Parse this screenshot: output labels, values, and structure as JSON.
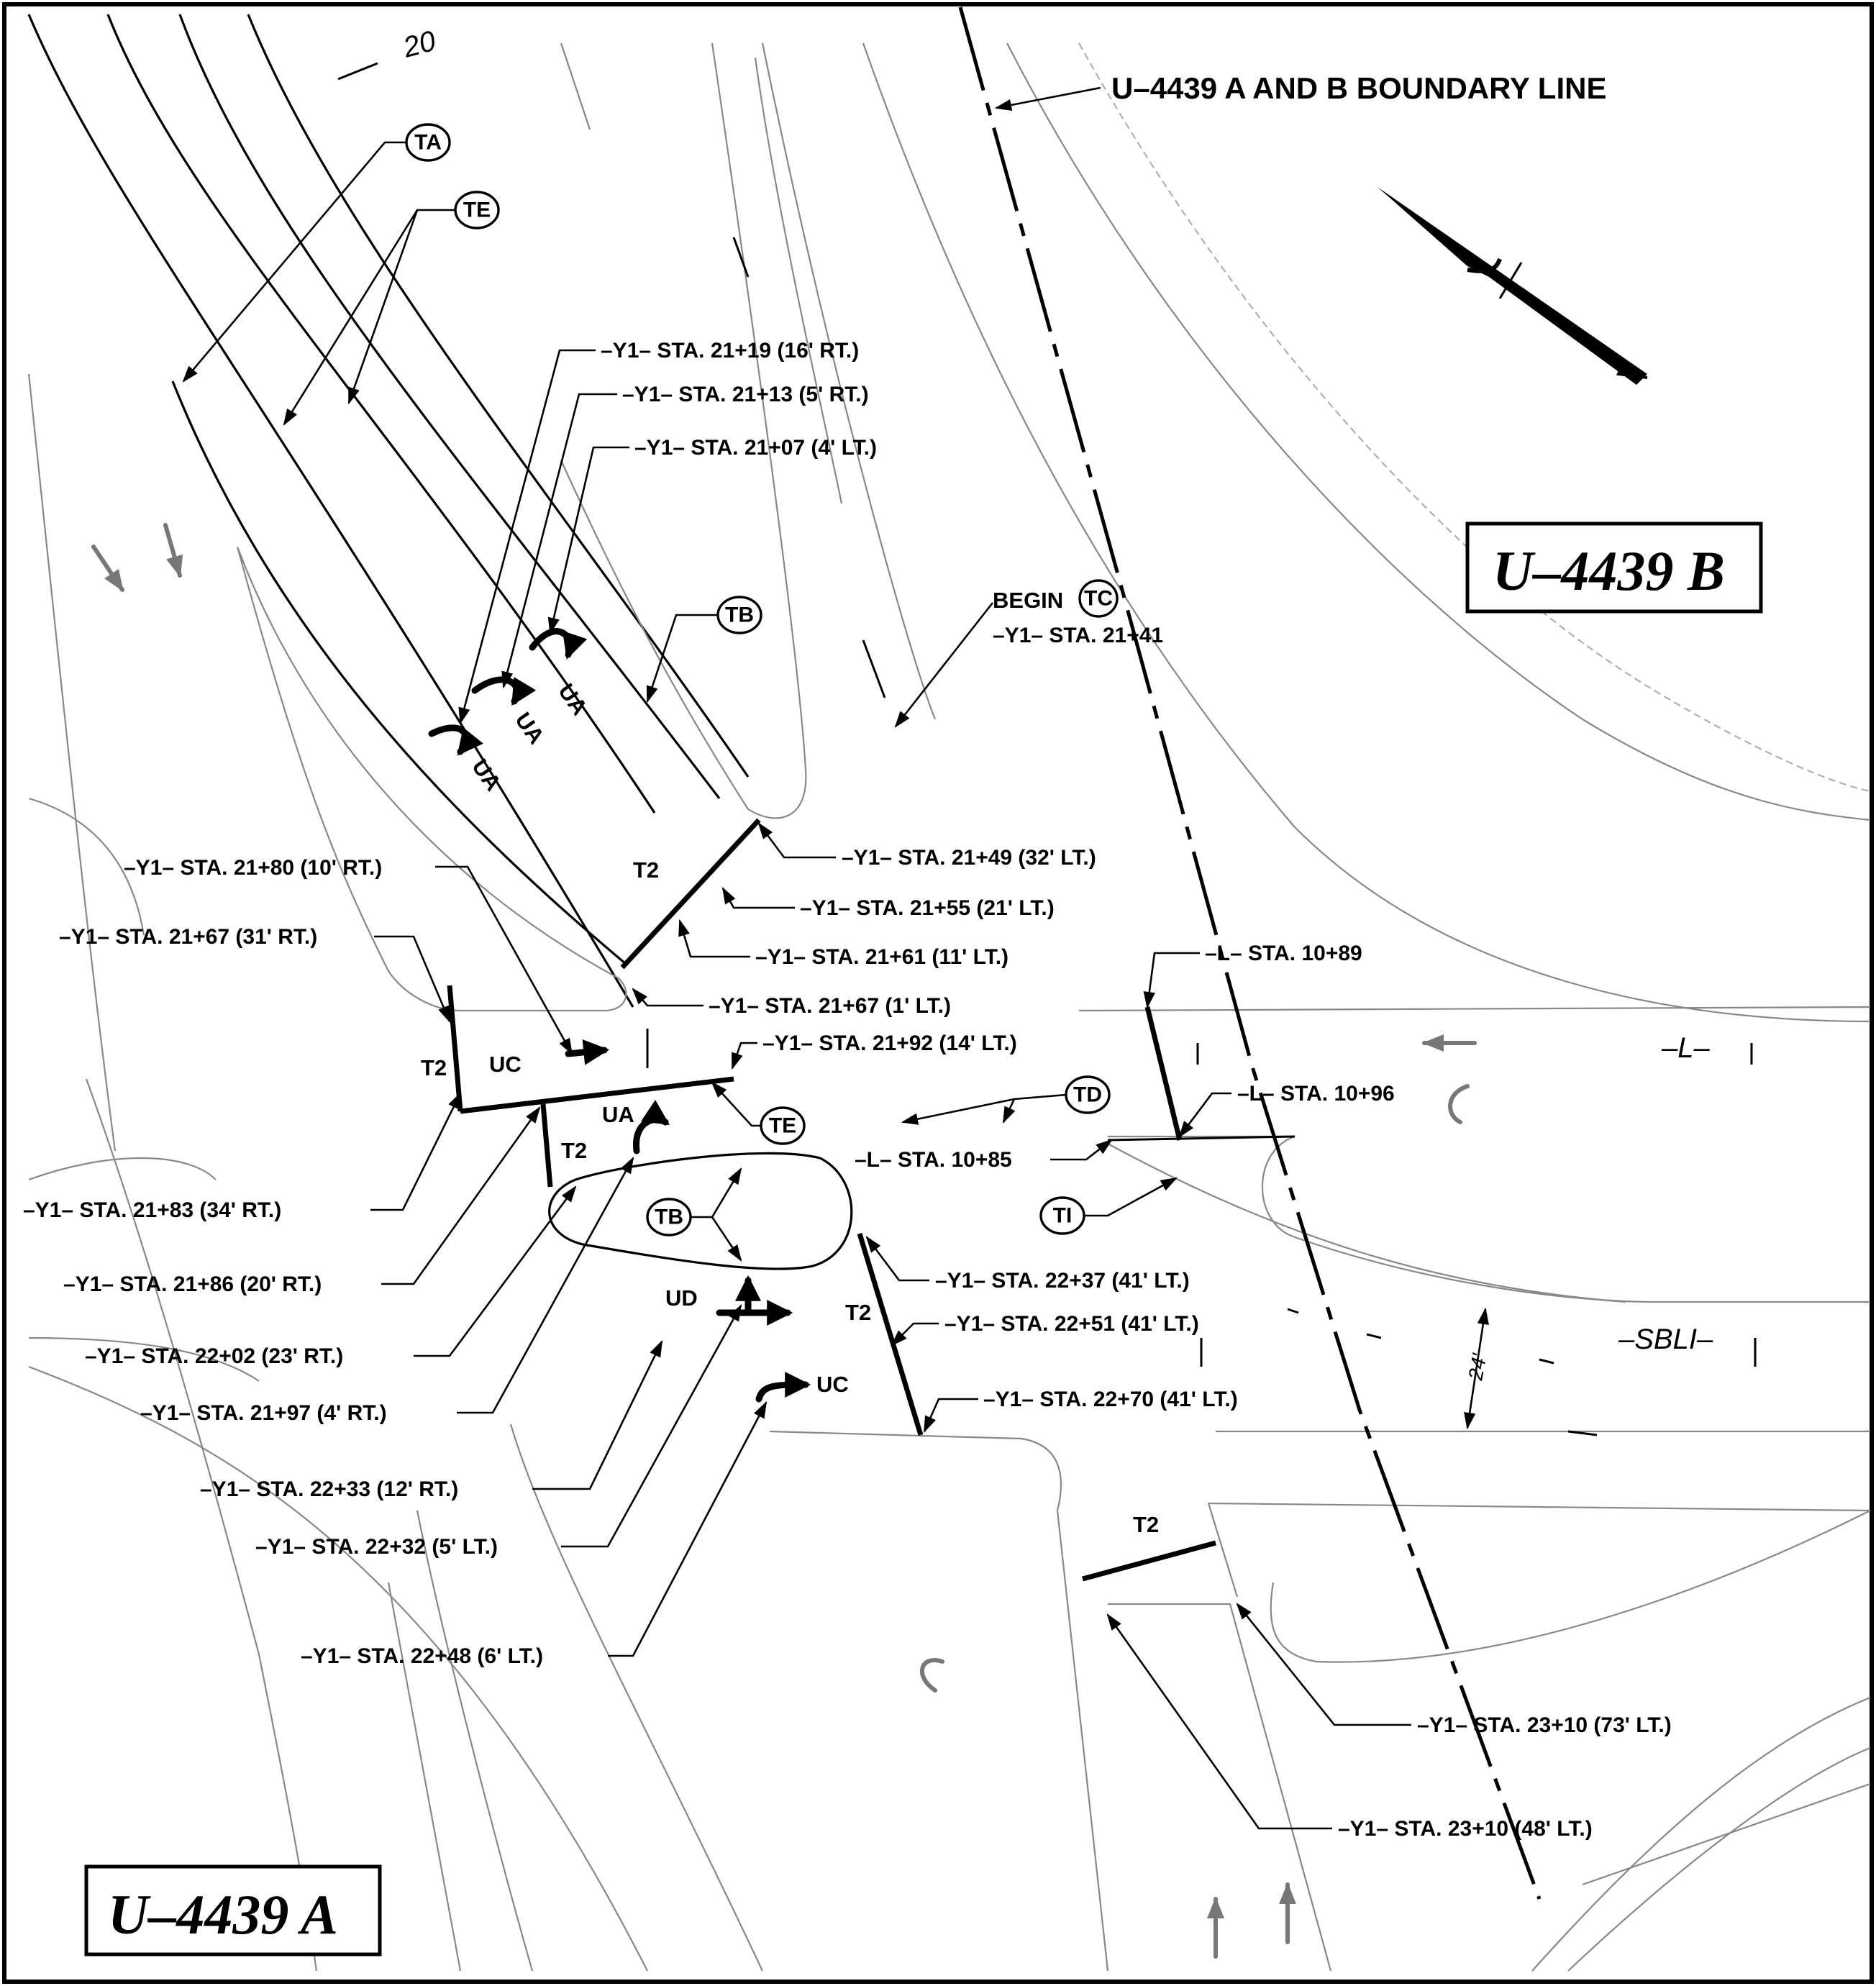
{
  "title": "U–4439 A AND B BOUNDARY LINE",
  "scale_mark": "20",
  "project_labels": {
    "b": "U–4439 B",
    "a": "U–4439 A"
  },
  "road_labels": {
    "L": "–L–",
    "SBLI": "–SBLI–",
    "width_24": "24'"
  },
  "marking_codes": {
    "UA": "UA",
    "UC": "UC",
    "UD": "UD",
    "T2": "T2"
  },
  "bubbles": {
    "TA": "TA",
    "TE": "TE",
    "TB": "TB",
    "TC": "TC",
    "TD": "TD",
    "TI": "TI"
  },
  "callouts": {
    "begin_tc_prefix": "BEGIN",
    "begin_tc_station": "–Y1– STA. 21+41",
    "y1_21_19": "–Y1– STA. 21+19 (16' RT.)",
    "y1_21_13": "–Y1– STA. 21+13 (5' RT.)",
    "y1_21_07": "–Y1– STA. 21+07 (4' LT.)",
    "y1_21_49": "–Y1– STA. 21+49 (32' LT.)",
    "y1_21_55": "–Y1– STA. 21+55 (21' LT.)",
    "y1_21_61": "–Y1– STA. 21+61 (11' LT.)",
    "y1_21_67_lt": "–Y1– STA. 21+67 (1' LT.)",
    "y1_21_92": "–Y1– STA. 21+92 (14' LT.)",
    "y1_21_80": "–Y1– STA. 21+80 (10' RT.)",
    "y1_21_67_rt": "–Y1– STA. 21+67 (31' RT.)",
    "y1_21_83": "–Y1– STA. 21+83 (34' RT.)",
    "y1_21_86": "–Y1– STA. 21+86 (20' RT.)",
    "y1_22_02": "–Y1– STA. 22+02 (23' RT.)",
    "y1_21_97": "–Y1– STA. 21+97 (4' RT.)",
    "y1_22_33": "–Y1– STA. 22+33 (12' RT.)",
    "y1_22_32": "–Y1– STA. 22+32 (5' LT.)",
    "y1_22_48": "–Y1– STA. 22+48 (6' LT.)",
    "y1_22_37": "–Y1– STA. 22+37 (41' LT.)",
    "y1_22_51": "–Y1– STA. 22+51 (41' LT.)",
    "y1_22_70": "–Y1– STA. 22+70 (41' LT.)",
    "y1_23_10_73": "–Y1– STA. 23+10 (73' LT.)",
    "y1_23_10_48": "–Y1– STA. 23+10 (48' LT.)",
    "l_10_89": "–L– STA. 10+89",
    "l_10_96": "–L– STA. 10+96",
    "l_10_85": "–L– STA. 10+85"
  }
}
